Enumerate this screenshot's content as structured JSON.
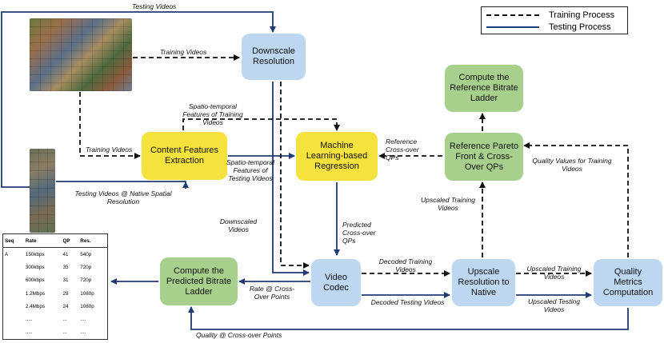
{
  "legend": {
    "training": "Training Process",
    "testing": "Testing Process"
  },
  "boxes": {
    "downscale": "Downscale\nResolution",
    "content": "Content Features\nExtraction",
    "ml": "Machine\nLearning-based\nRegression",
    "compute_ref": "Compute the\nReference Bitrate\nLadder",
    "pareto": "Reference Pareto\nFront & Cross-\nOver QPs",
    "codec": "Video\nCodec",
    "upscale": "Upscale\nResolution to\nNative",
    "quality": "Quality\nMetrics\nComputation",
    "compute_pred": "Compute the\nPredicted Bitrate\nLadder"
  },
  "labels": {
    "testing_videos": "Testing Videos",
    "training_videos_top": "Training Videos",
    "spatio_training": "Spatio-temporal\nFeatures of Training\nVideos",
    "training_videos_left": "Training Videos",
    "spatio_testing": "Spatio-temporal\nFeatures of\nTesting Videos",
    "testing_native": "Testing Videos @ Native Spatial\nResolution",
    "reference_qps": "Reference\nCross-over\nQPs",
    "quality_values": "Quality Values for Training\nVideos",
    "upscaled_training_vert": "Upscaled Training\nVideos",
    "downscaled_videos": "Downscaled\nVideos",
    "predicted_qps": "Predicted\nCross-over\nQPs",
    "decoded_training": "Decoded Training\nVideos",
    "decoded_testing": "Decoded Testing Videos",
    "upscaled_training": "Upscaled Training\nVideos",
    "upscaled_testing": "Upscaled Testing\nVideos",
    "rate_cross": "Rate @ Cross-\nOver Points",
    "quality_cross": "Quality @ Cross-over Points"
  },
  "table": {
    "headers": [
      "Seq",
      "Rate",
      "QP",
      "Res."
    ],
    "rows": [
      [
        "A",
        "150kbps",
        "41",
        "540p"
      ],
      [
        "",
        "300kbps",
        "35",
        "720p"
      ],
      [
        "",
        "600kbps",
        "31",
        "720p"
      ],
      [
        "",
        "1.2Mbps",
        "29",
        "1080p"
      ],
      [
        "",
        "2.4Mbps",
        "24",
        "1080p"
      ],
      [
        "",
        ".....",
        "...",
        "...."
      ],
      [
        "",
        ".....",
        "...",
        "...."
      ]
    ]
  },
  "colors": {
    "blue_box": "#bcd7ef",
    "yellow_box": "#f5e23c",
    "green_box": "#a8d08d",
    "solid_line": "#1f3b73",
    "dashed_line": "#111111"
  }
}
